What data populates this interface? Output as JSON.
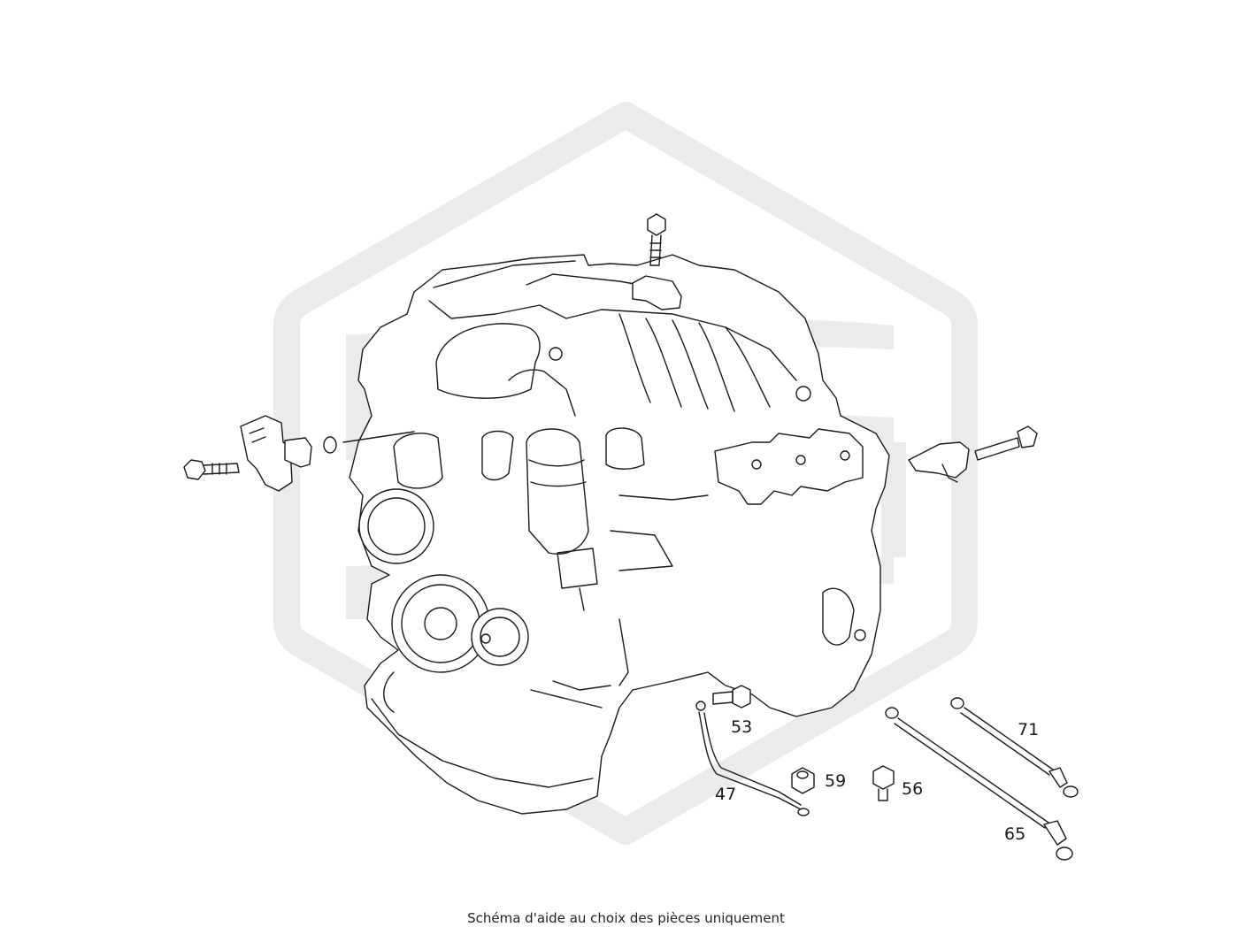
{
  "diagram": {
    "caption": "Schéma d'aide au choix des pièces uniquement",
    "watermark_color": "#e9e9e9",
    "line_color": "#1a1a1a",
    "callouts": [
      {
        "id": "47",
        "label": "47"
      },
      {
        "id": "53",
        "label": "53"
      },
      {
        "id": "56",
        "label": "56"
      },
      {
        "id": "59",
        "label": "59"
      },
      {
        "id": "65",
        "label": "65"
      },
      {
        "id": "71",
        "label": "71"
      }
    ]
  }
}
